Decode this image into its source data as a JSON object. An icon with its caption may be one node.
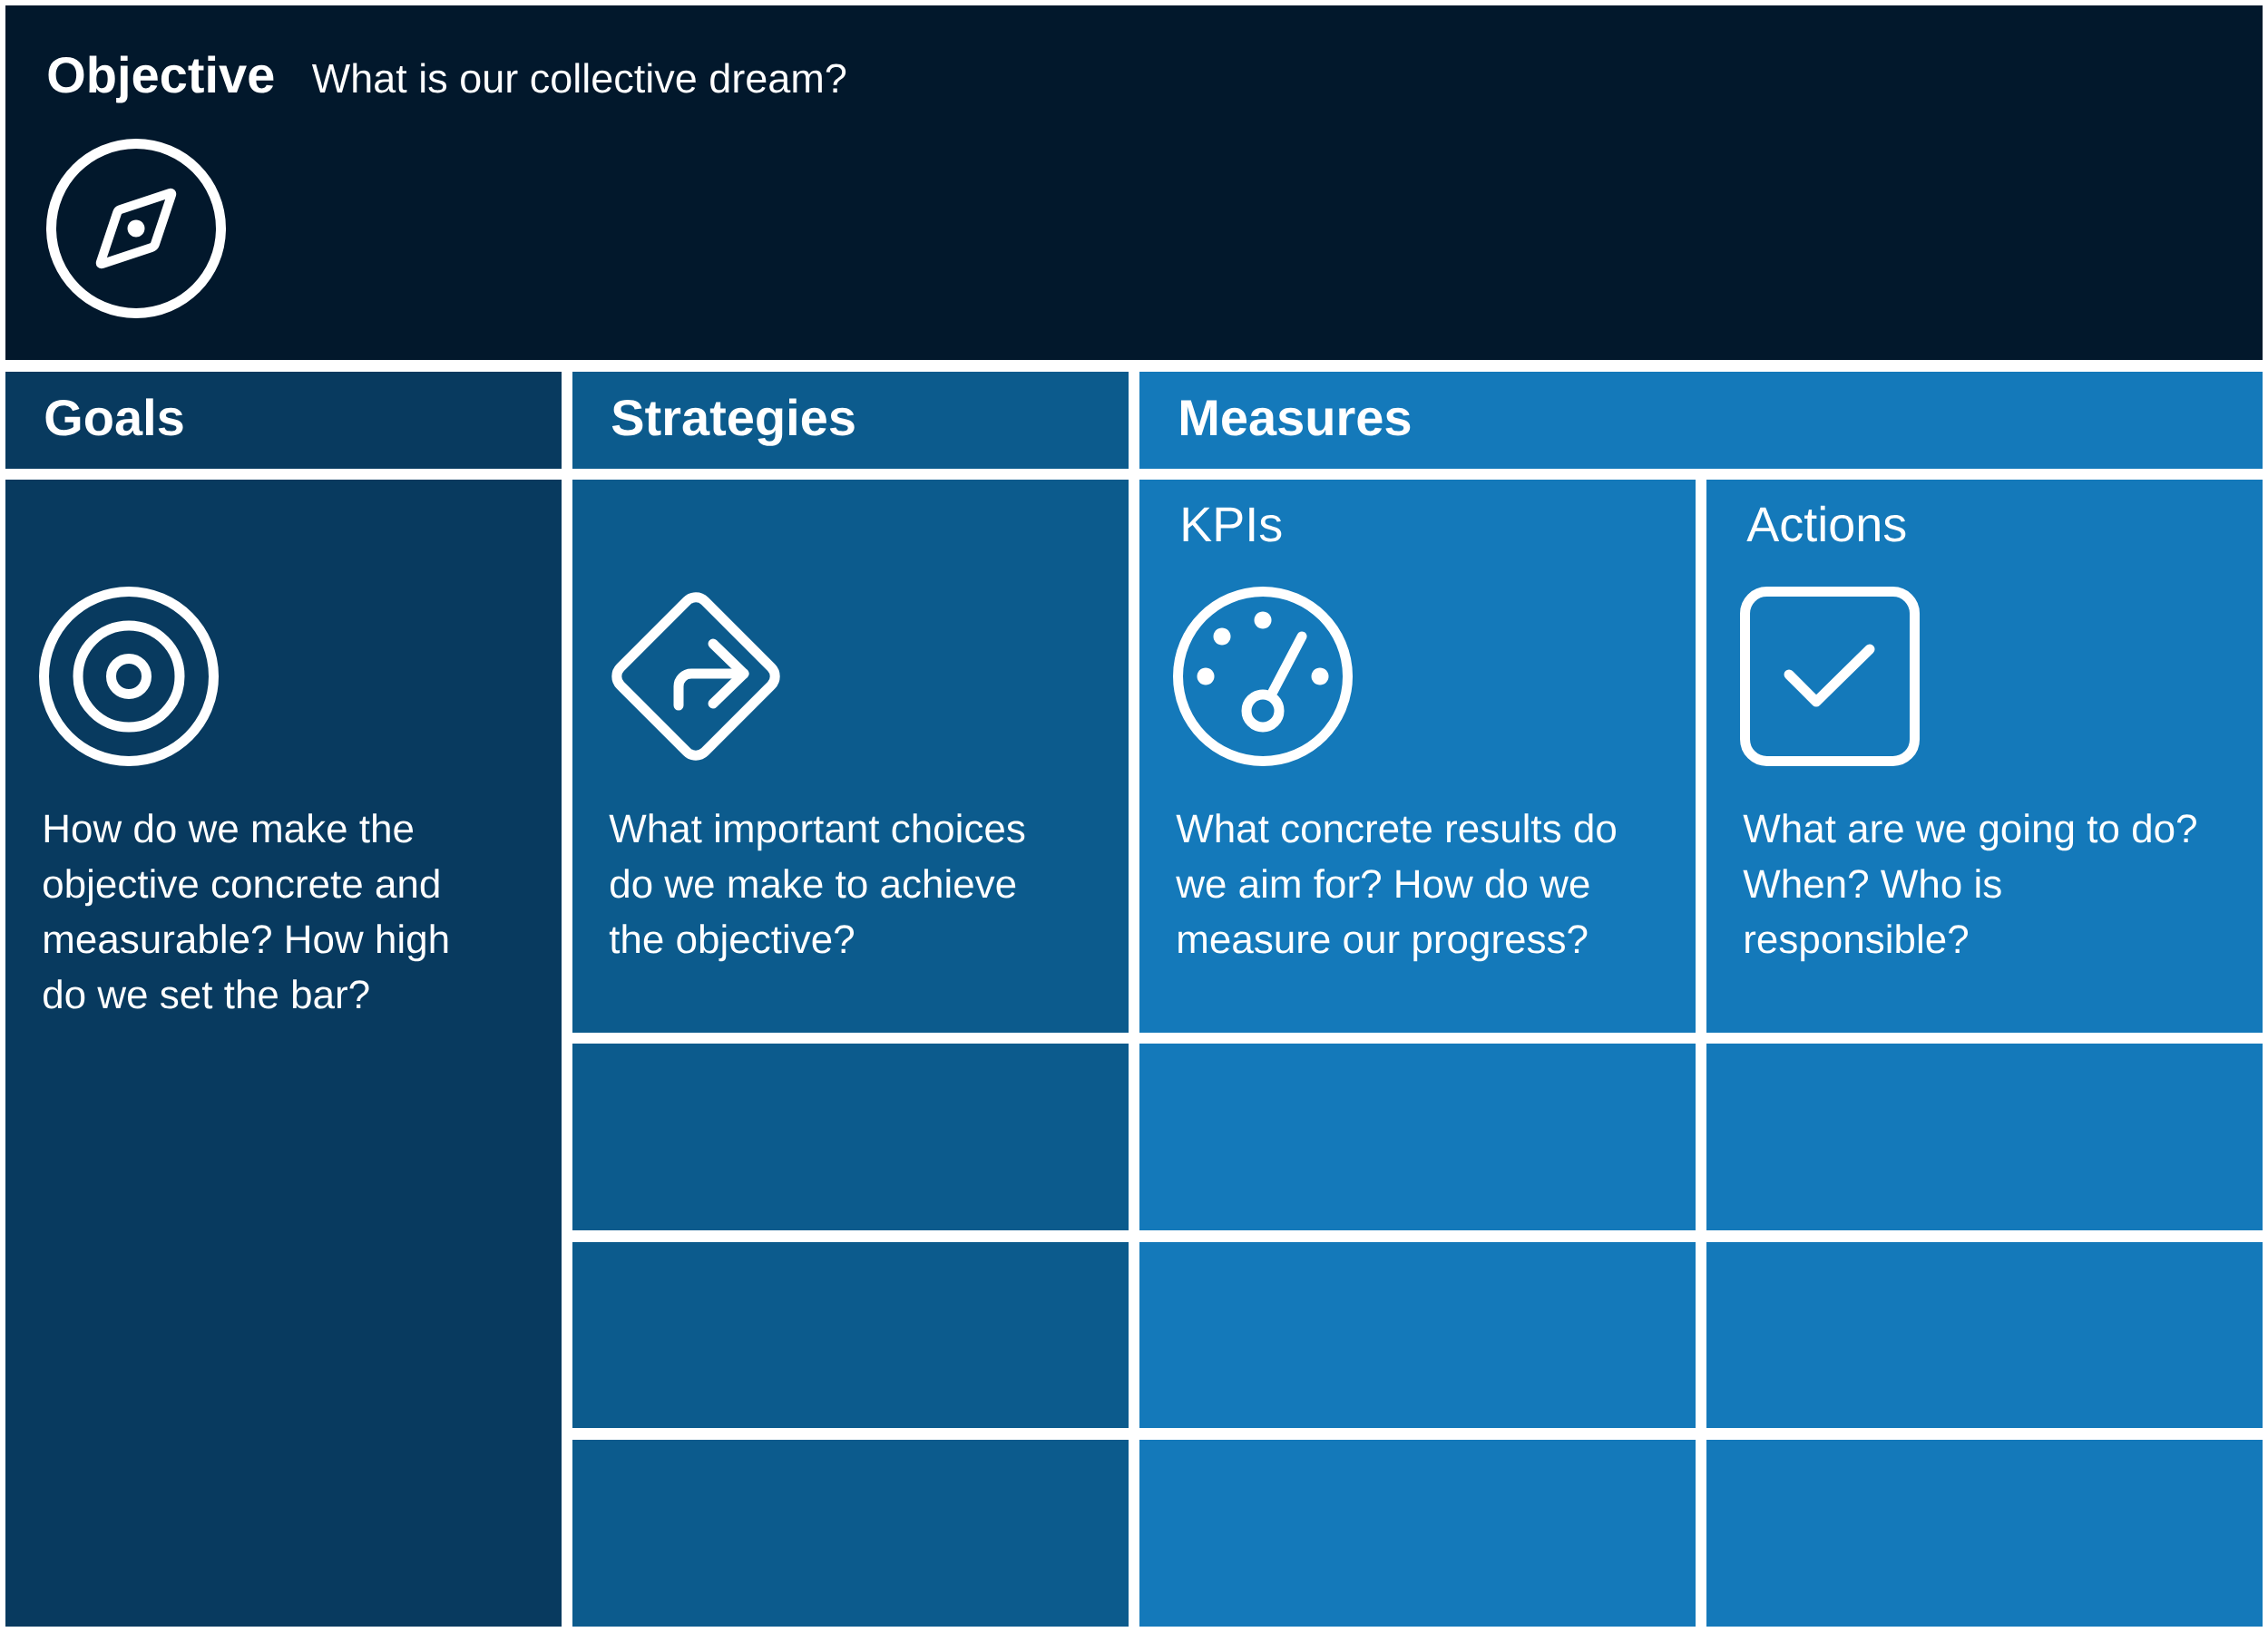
{
  "diagram": {
    "nodes": [
      {
        "text": [
          "Objective",
          "What is our collective dream?"
        ]
      },
      {
        "text": [
          "Goals"
        ]
      },
      {
        "text": [
          "Strategies"
        ]
      },
      {
        "text": [
          "Measures"
        ]
      },
      {
        "text": [
          "How do we make the objective concrete and measurable? How high do we set the bar?"
        ]
      },
      {
        "text": [
          "What important choices do we make to achieve the objective?"
        ]
      },
      {
        "text": [
          "KPIs",
          "What concrete results do we aim for? How do we measure our progress?"
        ]
      },
      {
        "text": [
          "Actions",
          "What are we going to do? When? Who is responsible?"
        ]
      },
      {
        "text": [],
        "shape": "box"
      },
      {
        "text": [],
        "shape": "box"
      },
      {
        "text": [],
        "shape": "box"
      },
      {
        "text": [],
        "shape": "box"
      },
      {
        "text": [],
        "shape": "box"
      },
      {
        "text": [],
        "shape": "box"
      },
      {
        "text": [],
        "shape": "box"
      },
      {
        "text": [],
        "shape": "box"
      },
      {
        "text": [],
        "shape": "box"
      }
    ]
  }
}
